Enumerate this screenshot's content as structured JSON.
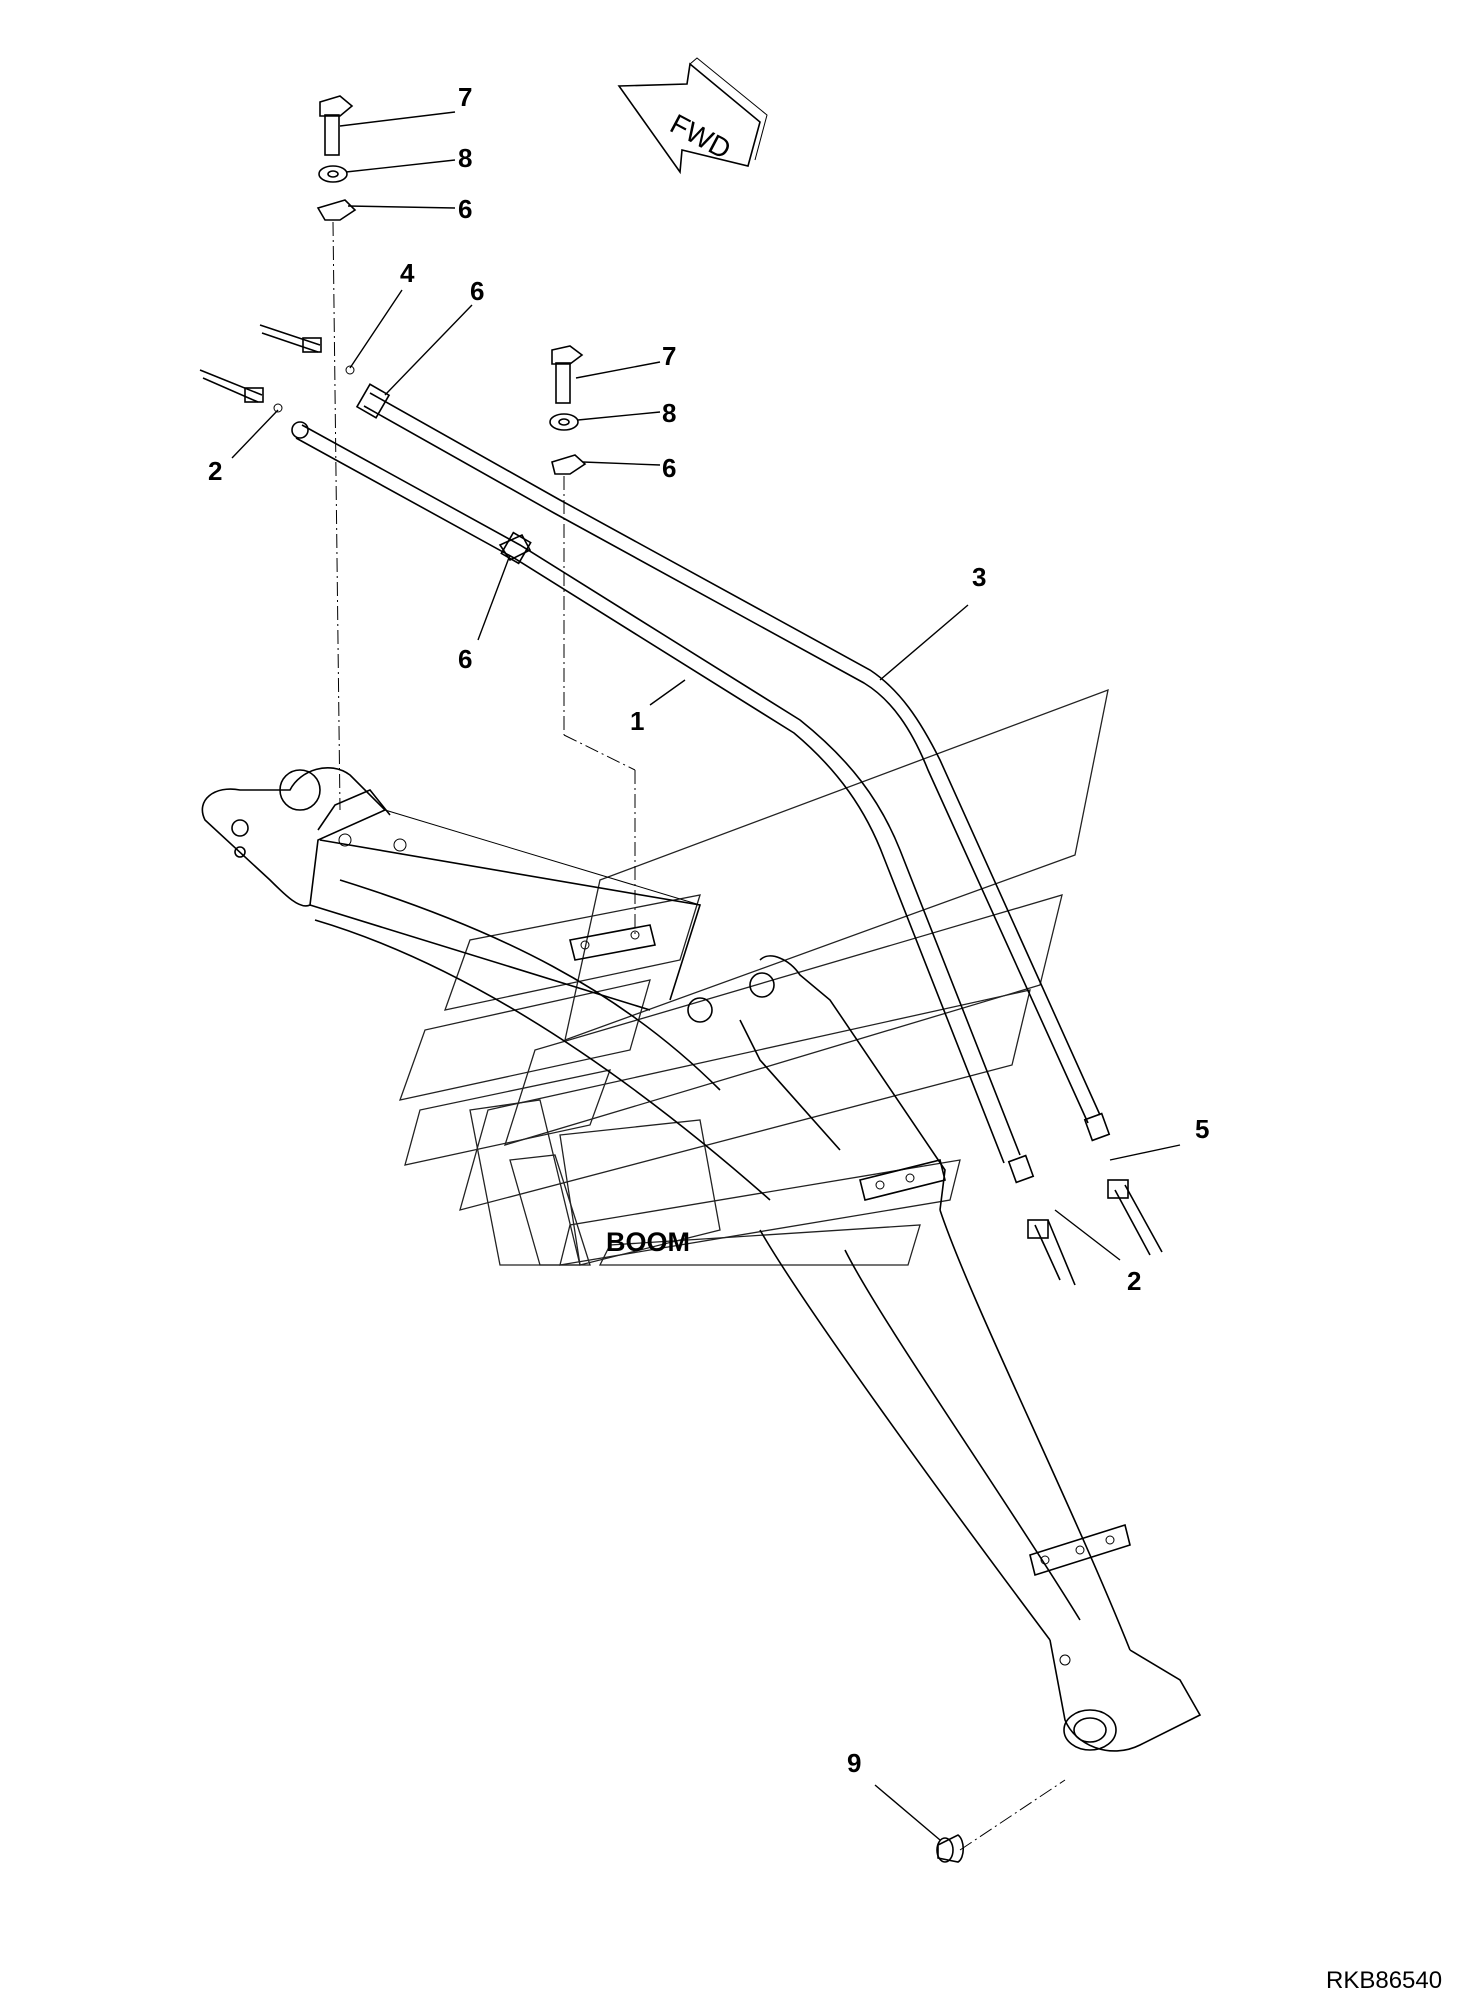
{
  "diagram": {
    "drawing_code": "RKB86540",
    "boom_label": "BOOM",
    "direction_label": "FWD",
    "callouts": [
      {
        "id": "c7a",
        "label": "7"
      },
      {
        "id": "c8a",
        "label": "8"
      },
      {
        "id": "c6a",
        "label": "6"
      },
      {
        "id": "c4",
        "label": "4"
      },
      {
        "id": "c6b",
        "label": "6"
      },
      {
        "id": "c2a",
        "label": "2"
      },
      {
        "id": "c7b",
        "label": "7"
      },
      {
        "id": "c8b",
        "label": "8"
      },
      {
        "id": "c6c",
        "label": "6"
      },
      {
        "id": "c3",
        "label": "3"
      },
      {
        "id": "c6d",
        "label": "6"
      },
      {
        "id": "c1",
        "label": "1"
      },
      {
        "id": "c5",
        "label": "5"
      },
      {
        "id": "c2b",
        "label": "2"
      },
      {
        "id": "c9",
        "label": "9"
      }
    ]
  }
}
